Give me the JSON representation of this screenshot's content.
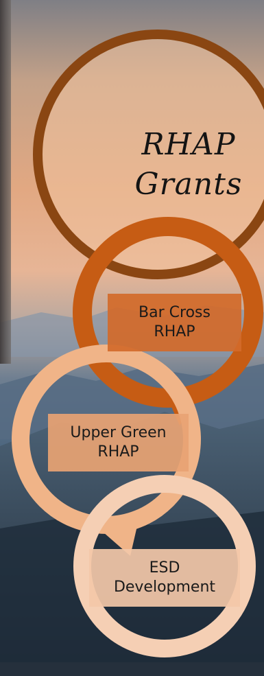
{
  "diagram": {
    "title_lines": [
      "RHAP",
      "Grants"
    ],
    "steps": [
      {
        "lines": [
          "Bar Cross",
          "RHAP"
        ]
      },
      {
        "lines": [
          "Upper Green",
          "RHAP"
        ]
      },
      {
        "lines": [
          "ESD",
          "Development"
        ]
      }
    ],
    "colors": {
      "main_ring": "#8a4612",
      "main_fill": "#f1c39e",
      "step1_ring": "#c65c14",
      "step1_box": "#d26a2a",
      "step2_ring": "#f0b488",
      "step2_box": "#e8a373",
      "step3_ring": "#f5cfb4",
      "step3_box": "#f3c8a8"
    }
  }
}
